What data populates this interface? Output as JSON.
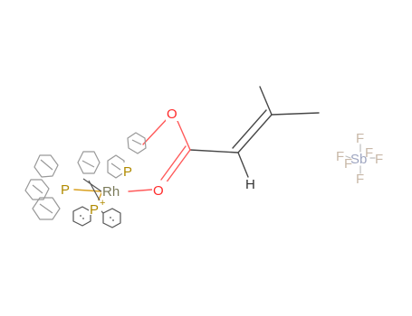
{
  "atoms": {
    "oxygen_top": "O",
    "oxygen_bottom": "O",
    "phosphorus_top": "P",
    "phosphorus_left": "P",
    "phosphorus_bottom": "P",
    "phosphorus_charge": "+",
    "rhodium": "Rh",
    "hydrogen": "H",
    "antimony": "Sb",
    "fluorine": [
      "F",
      "F",
      "F",
      "F",
      "F",
      "F"
    ]
  },
  "colors": {
    "carbon_bond": "#474747",
    "oxygen": "#ff0d0d",
    "phosphorus": "#b08a00",
    "rhodium": "#7a7a5a",
    "antimony": "#9ea5c0",
    "fluorine": "#c8b8a8",
    "hydrogen": "#333333"
  }
}
